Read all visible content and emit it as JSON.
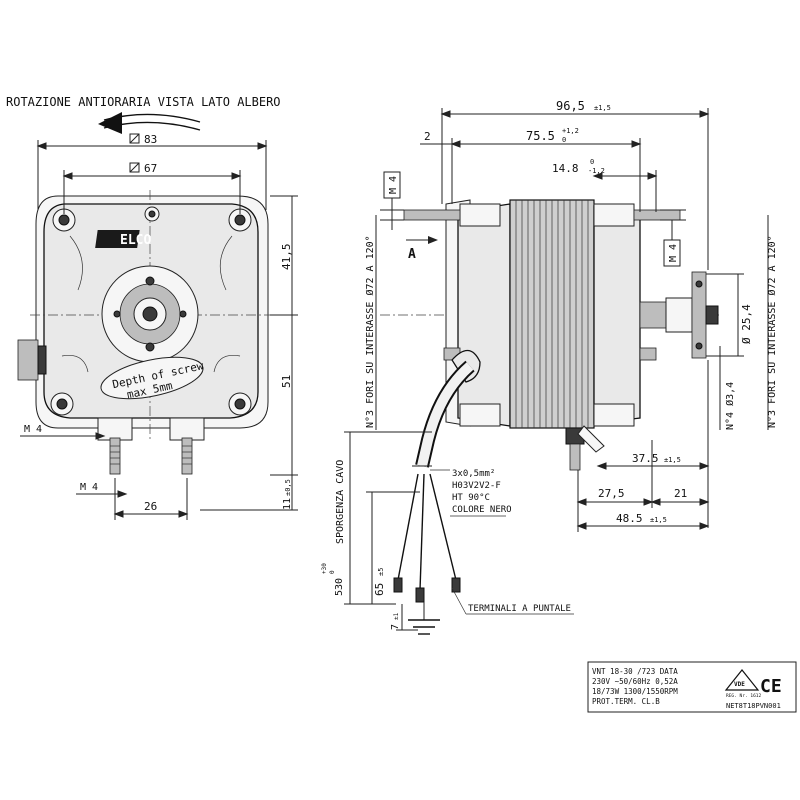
{
  "title": "ROTAZIONE ANTIORARIA VISTA LATO ALBERO",
  "front_view": {
    "brand": "ELCO",
    "label_line1": "Depth of screw",
    "label_line2": "max 5mm",
    "dim_square_83": "83",
    "dim_square_67": "67",
    "dim_41_5": "41,5",
    "dim_51": "51",
    "dim_m4_left": "M 4",
    "dim_m4_bottom": "M 4",
    "dim_26": "26",
    "dim_11": "11",
    "dim_11_tol": "±0,5"
  },
  "side_view": {
    "dim_96_5": "96,5",
    "dim_96_5_tol": "±1,5",
    "dim_75_5": "75.5",
    "dim_75_5_tol_up": "+1,2",
    "dim_75_5_tol_down": "0",
    "dim_2": "2",
    "dim_14_8": "14.8",
    "dim_14_8_tol_up": "0",
    "dim_14_8_tol_down": "-1,2",
    "dim_m4_top": "M 4",
    "dim_m4_right": "M 4",
    "view_a": "A",
    "holes_left": "N°3 FORI SU INTERASSE Ø72 A 120°",
    "holes_right": "N°3 FORI SU INTERASSE Ø72 A 120°",
    "dim_25_4": "Ø 25,4",
    "dim_3_4": "N°4 Ø3,4",
    "dim_37_5": "37.5",
    "dim_37_5_tol": "±1,5",
    "dim_27_5": "27,5",
    "dim_21": "21",
    "dim_48_5": "48.5",
    "dim_48_5_tol": "±1,5"
  },
  "cable": {
    "spec_line1": "3x0,5mm²",
    "spec_line2": "H03V2V2-F",
    "spec_line3": "HT 90°C",
    "spec_line4": "COLORE NERO",
    "sporgenza": "SPORGENZA CAVO",
    "dim_530": "530",
    "dim_530_tol_up": "+30",
    "dim_530_tol_down": "0",
    "dim_65": "65",
    "dim_65_tol": "±5",
    "dim_7": "7",
    "dim_7_tol": "±1",
    "terminali": "TERMINALI A PUNTALE"
  },
  "plate": {
    "line1": "VNT 18-30   /723      DATA",
    "line2": "230V  ~50/60Hz   0,52A",
    "line3": "18/73W  1300/1550RPM",
    "line4": "PROT.TERM.  CL.B",
    "code": "NET8T18PVN001",
    "mark_ce": "CE",
    "mark_vde": "VDE",
    "reg_no": "REG. Nr. 1612"
  }
}
